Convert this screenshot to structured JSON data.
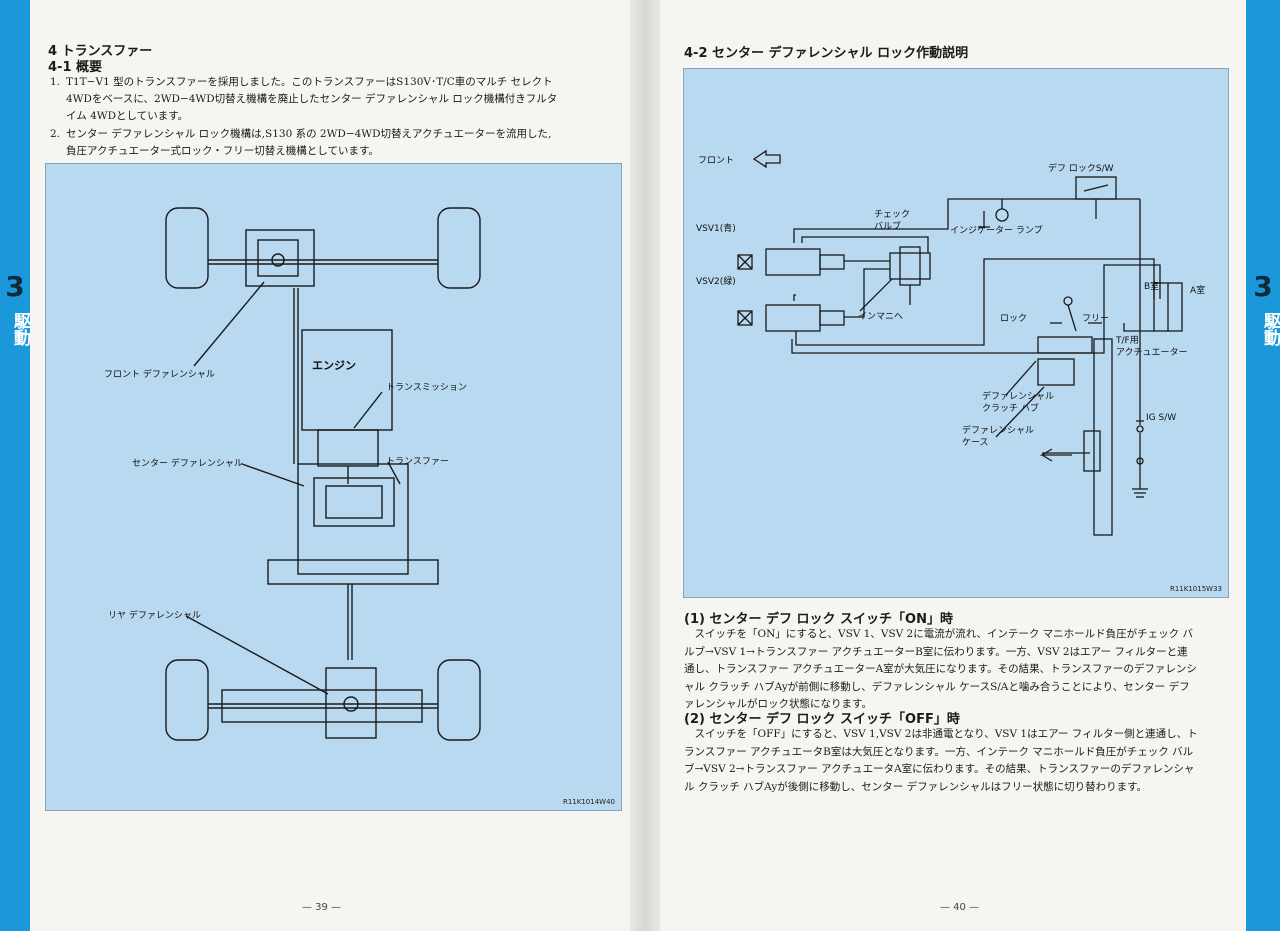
{
  "side_tab": {
    "number": "3",
    "label": "駆動"
  },
  "left_page": {
    "section_title": "4  トランスファー",
    "subsection_title": "4-1  概要",
    "paragraphs": [
      {
        "num": "1.",
        "line1": "T1T−V1 型のトランスファーを採用しました。このトランスファーはS130V･T/C車のマルチ セレクト",
        "line2": "4WDをベースに、2WD−4WD切替え機構を廃止したセンター デファレンシャル ロック機構付きフルタ",
        "line3": "イム 4WDとしています。"
      },
      {
        "num": "2.",
        "line1": "センター デファレンシャル ロック機構は,S130 系の 2WD−4WD切替えアクチュエーターを流用した,",
        "line2": "負圧アクチュエーター式ロック・フリー切替え機構としています。",
        "line3": ""
      }
    ],
    "figure": {
      "labels": {
        "engine": "エンジン",
        "front_diff": "フロント デファレンシャル",
        "transmission": "トランスミッション",
        "center_diff": "センター デファレンシャル",
        "transfer": "トランスファー",
        "rear_diff": "リヤ デファレンシャル"
      },
      "code": "R11K1014W40"
    },
    "page_number": "— 39 —"
  },
  "right_page": {
    "section_title": "4-2  センター デファレンシャル ロック作動説明",
    "figure": {
      "labels": {
        "front": "フロント",
        "diff_lock_sw": "デフ ロックS/W",
        "check_valve": "チェック\nバルブ",
        "indicator_lamp": "インジケーター ランプ",
        "vsv1": "VSV1(青)",
        "vsv2": "VSV2(緑)",
        "to_manifold": "インマニへ",
        "lock": "ロック",
        "free": "フリー",
        "b_chamber": "B室",
        "a_chamber": "A室",
        "tf_actuator": "T/F用\nアクチュエーター",
        "clutch_hub": "デファレンシャル\nクラッチ ハブ",
        "diff_case": "デファレンシャル\nケース",
        "ig_sw": "IG S/W"
      },
      "code": "R11K1015W33"
    },
    "sections": [
      {
        "heading": "(1) センター デフ ロック スイッチ「ON」時",
        "lines": [
          "　スイッチを「ON」にすると、VSV 1、VSV 2に電流が流れ、インテーク マニホールド負圧がチェック バ",
          "ルブ→VSV 1→トランスファー アクチュエーターB室に伝わります。一方、VSV 2はエアー フィルターと連",
          "通し、トランスファー アクチュエーターA室が大気圧になります。その結果、トランスファーのデファレンシ",
          "ャル クラッチ ハブAyが前側に移動し、デファレンシャル ケースS/Aと噛み合うことにより、センター デフ",
          "ァレンシャルがロック状態になります。"
        ]
      },
      {
        "heading": "(2) センター デフ ロック スイッチ「OFF」時",
        "lines": [
          "　スイッチを「OFF」にすると、VSV 1,VSV 2は非通電となり、VSV 1はエアー フィルター側と連通し、ト",
          "ランスファー アクチュエータB室は大気圧となります。一方、インテーク マニホールド負圧がチェック バル",
          "ブ→VSV 2→トランスファー アクチュエータA室に伝わります。その結果、トランスファーのデファレンシャ",
          "ル クラッチ ハブAyが後側に移動し、センター デファレンシャルはフリー状態に切り替わります。"
        ]
      }
    ],
    "page_number": "— 40 —"
  }
}
